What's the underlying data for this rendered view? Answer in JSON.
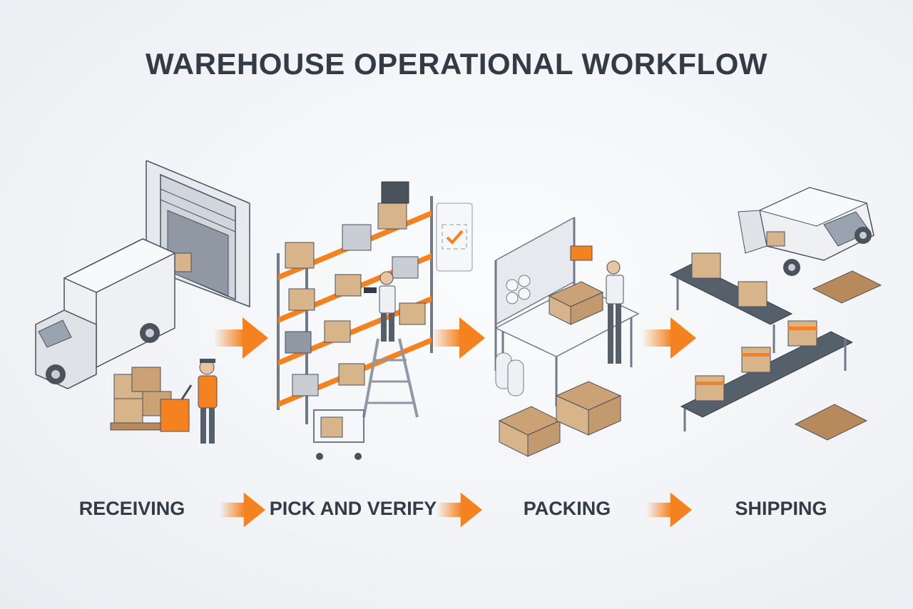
{
  "diagram": {
    "title": "WAREHOUSE OPERATIONAL WORKFLOW",
    "stages": [
      {
        "label": "RECEIVING",
        "icon": "truck-pallet-jack-icon"
      },
      {
        "label": "PICK AND VERIFY",
        "icon": "shelving-scanner-icon"
      },
      {
        "label": "PACKING",
        "icon": "packing-station-icon"
      },
      {
        "label": "SHIPPING",
        "icon": "conveyor-van-icon"
      }
    ],
    "colors": {
      "accent": "#f58220",
      "text": "#333b45",
      "outline": "#4a525c",
      "box": "#d8b48a",
      "metal": "#c9ced5"
    }
  }
}
